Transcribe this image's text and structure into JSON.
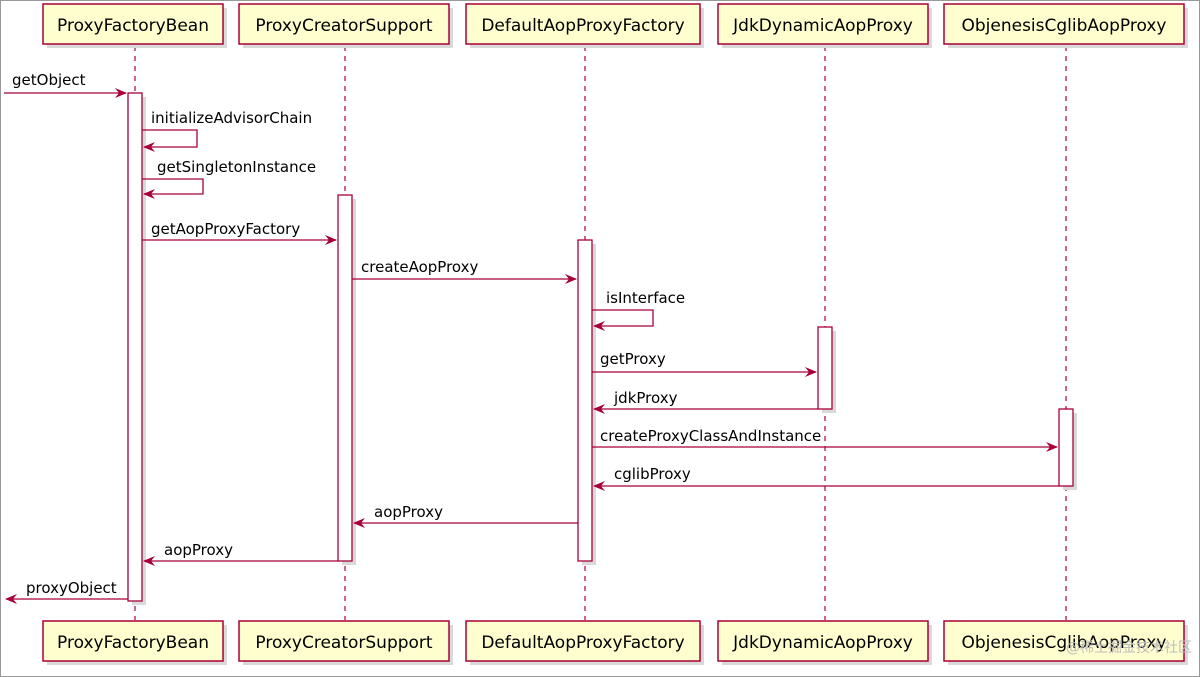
{
  "participants": [
    {
      "id": "pfb",
      "label": "ProxyFactoryBean"
    },
    {
      "id": "pcs",
      "label": "ProxyCreatorSupport"
    },
    {
      "id": "dapf",
      "label": "DefaultAopProxyFactory"
    },
    {
      "id": "jdk",
      "label": "JdkDynamicAopProxy"
    },
    {
      "id": "cglib",
      "label": "ObjenesisCglibAopProxy"
    }
  ],
  "messages": [
    {
      "from": "external",
      "to": "pfb",
      "label": "getObject"
    },
    {
      "from": "pfb",
      "to": "pfb",
      "label": "initializeAdvisorChain"
    },
    {
      "from": "pfb",
      "to": "pfb",
      "label": "getSingletonInstance"
    },
    {
      "from": "pfb",
      "to": "pcs",
      "label": "getAopProxyFactory"
    },
    {
      "from": "pcs",
      "to": "dapf",
      "label": "createAopProxy"
    },
    {
      "from": "dapf",
      "to": "dapf",
      "label": "isInterface"
    },
    {
      "from": "dapf",
      "to": "jdk",
      "label": "getProxy"
    },
    {
      "from": "jdk",
      "to": "dapf",
      "label": "jdkProxy"
    },
    {
      "from": "dapf",
      "to": "cglib",
      "label": "createProxyClassAndInstance"
    },
    {
      "from": "cglib",
      "to": "dapf",
      "label": "cglibProxy"
    },
    {
      "from": "dapf",
      "to": "pcs",
      "label": "aopProxy"
    },
    {
      "from": "pcs",
      "to": "pfb",
      "label": "aopProxy"
    },
    {
      "from": "pfb",
      "to": "external",
      "label": "proxyObject"
    }
  ],
  "watermark": "@稀土掘金技术社区",
  "colors": {
    "border": "#a80036",
    "box_fill": "#fefece",
    "text": "#000000"
  }
}
